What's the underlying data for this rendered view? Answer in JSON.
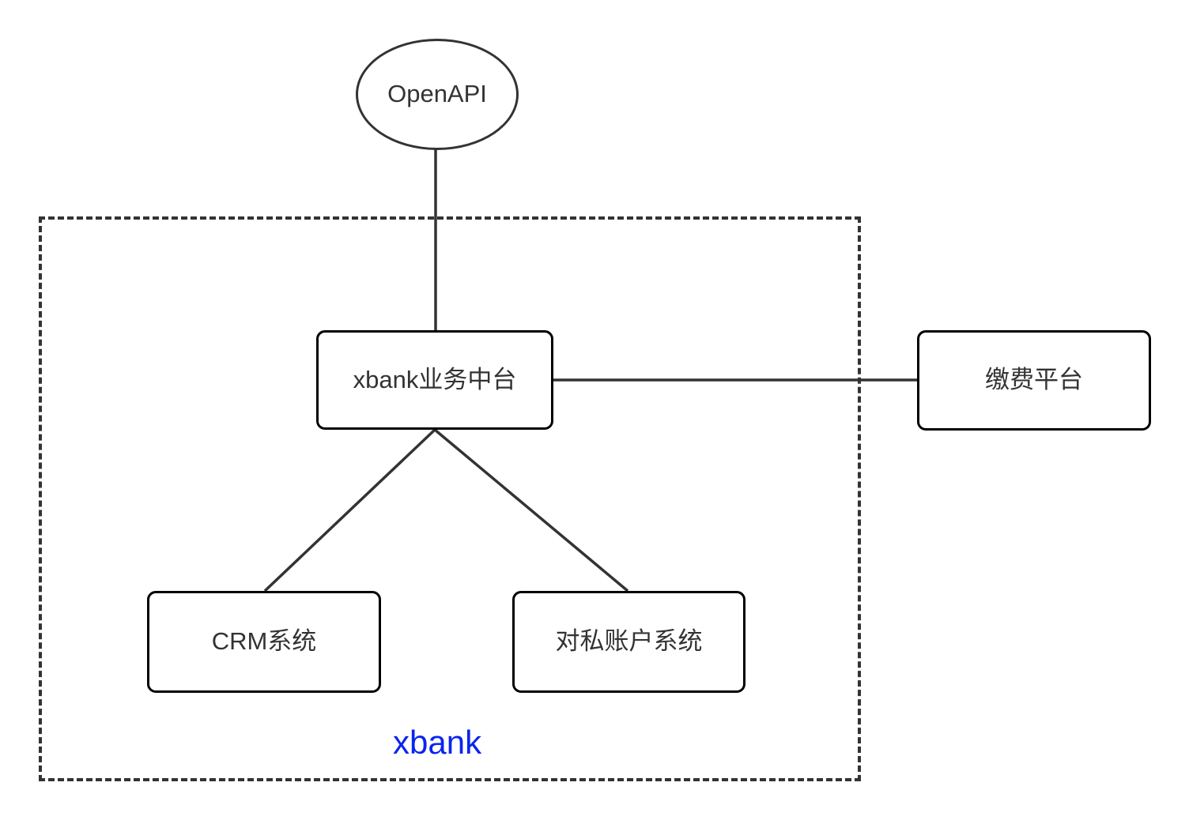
{
  "diagram": {
    "type": "architecture-block-diagram",
    "background_color": "#ffffff",
    "stroke_color": "#000000",
    "text_color": "#333333",
    "group": {
      "label": "xbank",
      "label_color": "#0a24f0",
      "border_style": "dashed",
      "border_color": "#333333"
    },
    "nodes": [
      {
        "id": "openapi",
        "label": "OpenAPI",
        "shape": "ellipse",
        "inside_group": false
      },
      {
        "id": "core",
        "label": "xbank业务中台",
        "shape": "rounded-rect",
        "inside_group": true
      },
      {
        "id": "payment",
        "label": "缴费平台",
        "shape": "rounded-rect",
        "inside_group": false
      },
      {
        "id": "crm",
        "label": "CRM系统",
        "shape": "rounded-rect",
        "inside_group": true
      },
      {
        "id": "account",
        "label": "对私账户系统",
        "shape": "rounded-rect",
        "inside_group": true
      }
    ],
    "edges": [
      {
        "from": "openapi",
        "to": "core",
        "style": "solid",
        "orientation": "vertical"
      },
      {
        "from": "core",
        "to": "payment",
        "style": "solid",
        "orientation": "horizontal"
      },
      {
        "from": "core",
        "to": "crm",
        "style": "solid",
        "orientation": "diagonal"
      },
      {
        "from": "core",
        "to": "account",
        "style": "solid",
        "orientation": "diagonal"
      }
    ]
  }
}
